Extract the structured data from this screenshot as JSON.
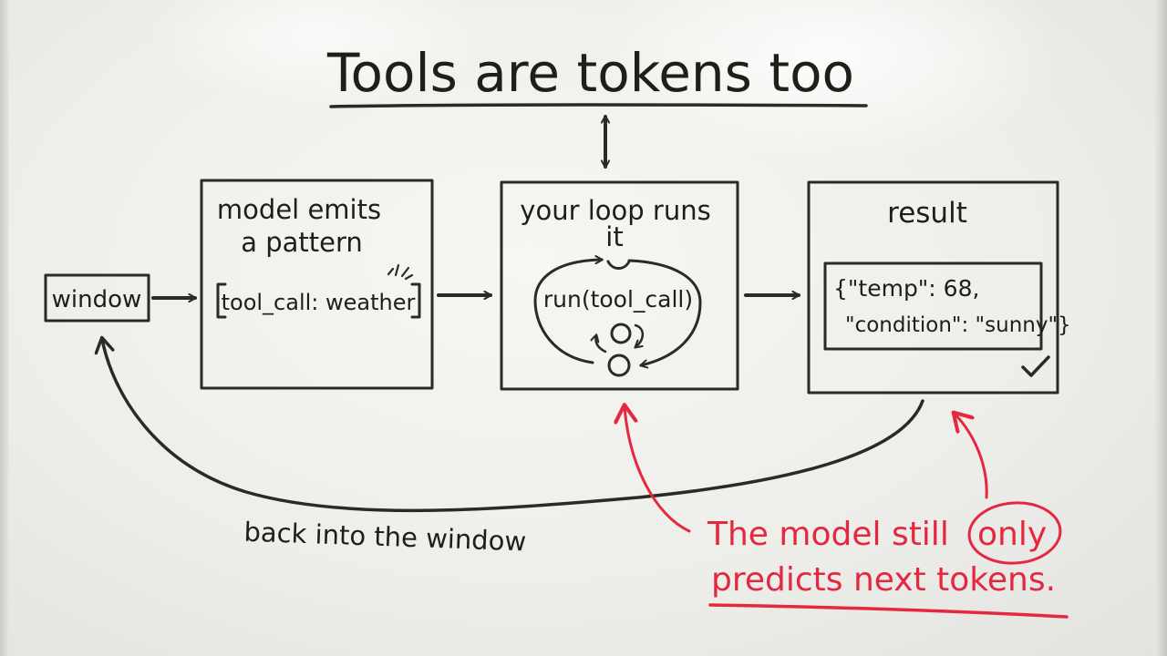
{
  "title": "Tools are tokens too",
  "window_label": "window",
  "box_emit": {
    "title_line1": "model emits",
    "title_line2": "a pattern",
    "pattern_text": "tool_call: weather"
  },
  "box_loop": {
    "title_line1": "your loop runs",
    "title_line2": "it",
    "call_text": "run(tool_call)"
  },
  "box_result": {
    "title": "result",
    "json_line1": "{\"temp\": 68,",
    "json_line2": "\"condition\": \"sunny\"}"
  },
  "return_label": "back into the window",
  "note": {
    "line1_start": "The model still",
    "line1_circled": "only",
    "line2": "predicts next tokens."
  },
  "colors": {
    "ink": "#2b2a27",
    "marker_red": "#e5283f",
    "board": "#f2f2ef"
  }
}
